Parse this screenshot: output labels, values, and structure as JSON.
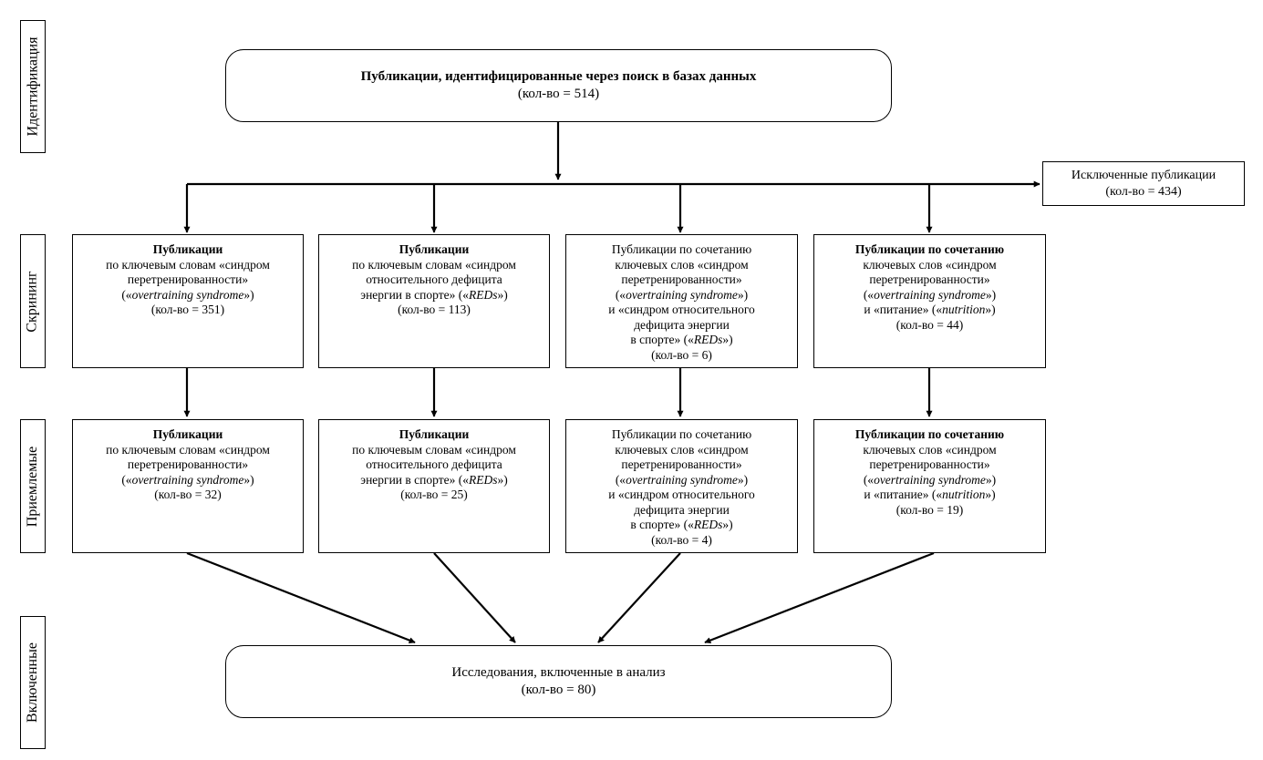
{
  "phases": {
    "identification": "Идентификация",
    "screening": "Скрининг",
    "eligible": "Приемлемые",
    "included": "Включенные"
  },
  "identified": {
    "title": "Публикации, идентифицированные через поиск в базах данных",
    "count": "(кол-во = 514)"
  },
  "excluded": {
    "title": "Исключенные публикации",
    "count": "(кол-во = 434)"
  },
  "screening": [
    {
      "lead": "Публикации",
      "lines": [
        "по ключевым словам «синдром",
        "перетренированности»"
      ],
      "en_open": "(«",
      "en": "overtraining syndrome",
      "en_close": "»)",
      "count": "(кол-во = 351)"
    },
    {
      "lead": "Публикации",
      "lines": [
        "по ключевым словам «синдром",
        "относительного дефицита"
      ],
      "en_pre": "энергии в спорте» («",
      "en": "REDs",
      "en_close": "»)",
      "count": "(кол-во = 113)"
    },
    {
      "lead": "Публикации по сочетанию",
      "lines": [
        "ключевых слов «синдром",
        "перетренированности»"
      ],
      "en_open": "(«",
      "en": "overtraining syndrome",
      "en_close": "»)",
      "lines2": [
        "и «синдром относительного",
        "дефицита энергии"
      ],
      "en2_pre": "в спорте» («",
      "en2": "REDs",
      "en2_close": "»)",
      "count": "(кол-во = 6)"
    },
    {
      "lead": "Публикации по сочетанию",
      "lines": [
        "ключевых слов «синдром",
        "перетренированности»"
      ],
      "en_open": "(«",
      "en": "overtraining syndrome",
      "en_close": "»)",
      "en2_pre": "и «питание» («",
      "en2": "nutrition",
      "en2_close": "»)",
      "count": "(кол-во = 44)"
    }
  ],
  "eligible": [
    {
      "lead": "Публикации",
      "lines": [
        "по ключевым словам «синдром",
        "перетренированности»"
      ],
      "en_open": "(«",
      "en": "overtraining syndrome",
      "en_close": "»)",
      "count": "(кол-во = 32)"
    },
    {
      "lead": "Публикации",
      "lines": [
        "по ключевым словам «синдром",
        "относительного дефицита"
      ],
      "en_pre": "энергии в спорте» («",
      "en": "REDs",
      "en_close": "»)",
      "count": "(кол-во = 25)"
    },
    {
      "lead": "Публикации по сочетанию",
      "lines": [
        "ключевых слов «синдром",
        "перетренированности»"
      ],
      "en_open": "(«",
      "en": "overtraining syndrome",
      "en_close": "»)",
      "lines2": [
        "и «синдром относительного",
        "дефицита энергии"
      ],
      "en2_pre": "в спорте» («",
      "en2": "REDs",
      "en2_close": "»)",
      "count": "(кол-во = 4)"
    },
    {
      "lead": "Публикации по сочетанию",
      "lines": [
        "ключевых слов «синдром",
        "перетренированности»"
      ],
      "en_open": "(«",
      "en": "overtraining syndrome",
      "en_close": "»)",
      "en2_pre": "и «питание» («",
      "en2": "nutrition",
      "en2_close": "»)",
      "count": "(кол-во = 19)"
    }
  ],
  "included": {
    "title": "Исследования, включенные в анализ",
    "count": "(кол-во = 80)"
  }
}
